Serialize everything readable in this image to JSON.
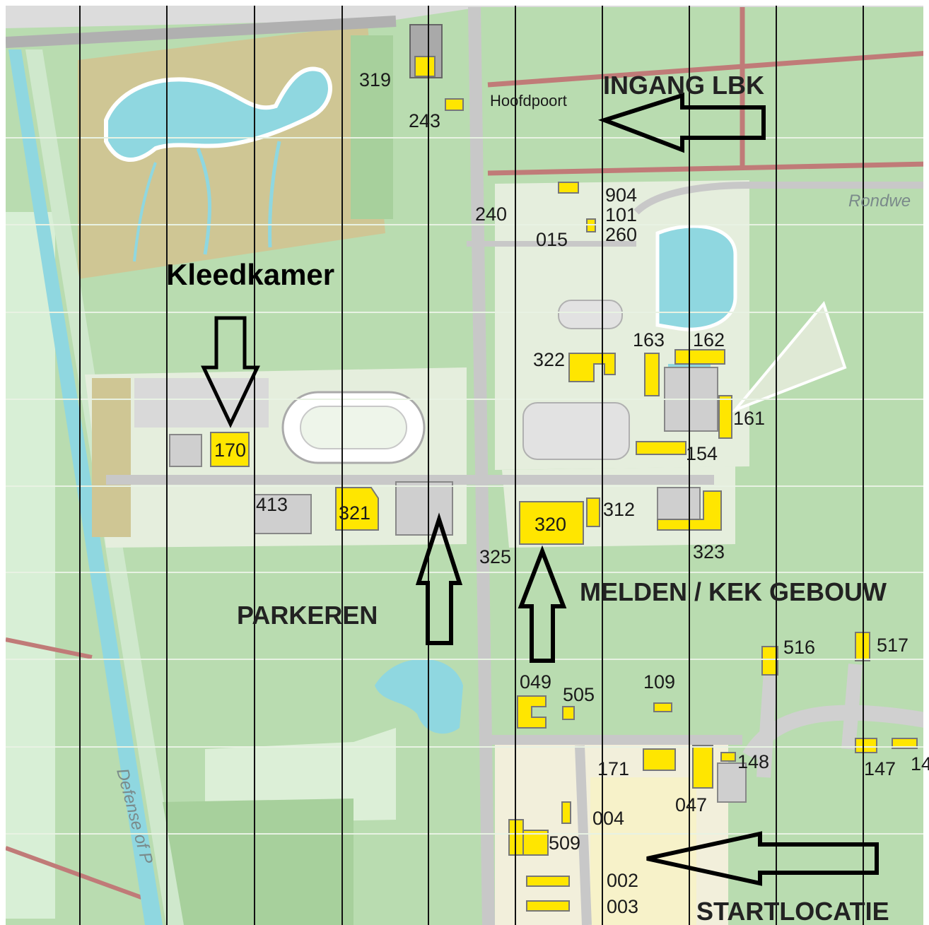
{
  "labels": {
    "ingang": "INGANG LBK",
    "kleedkamer": "Kleedkamer",
    "parkeren": "PARKEREN",
    "melden": "MELDEN / KEK GEBOUW",
    "startlocatie": "STARTLOCATIE",
    "hoofdpoort": "Hoofdpoort",
    "rondweg": "Rondwe",
    "defense": "Defense of P"
  },
  "buildings": {
    "b319": "319",
    "b243": "243",
    "b904": "904",
    "b101": "101",
    "b260": "260",
    "b240": "240",
    "b015": "015",
    "b163": "163",
    "b162": "162",
    "b322": "322",
    "b161": "161",
    "b154": "154",
    "b170": "170",
    "b413": "413",
    "b321": "321",
    "b320": "320",
    "b312": "312",
    "b325": "325",
    "b323": "323",
    "b516": "516",
    "b517": "517",
    "b049": "049",
    "b505": "505",
    "b109": "109",
    "b171": "171",
    "b148": "148",
    "b147": "147",
    "b14x": "14",
    "b047": "047",
    "b004": "004",
    "b509": "509",
    "b002": "002",
    "b003": "003"
  },
  "colors": {
    "field": "#b9dcb0",
    "field_dark": "#a7d09c",
    "built": "#dfe9d5",
    "sand": "#cfc694",
    "water": "#8fd7e0",
    "road": "#c8c8c8",
    "building_yellow": "#ffe600",
    "building_grey": "#cfcfcf",
    "grid_line": "#111111",
    "red_road": "#c07b78"
  }
}
